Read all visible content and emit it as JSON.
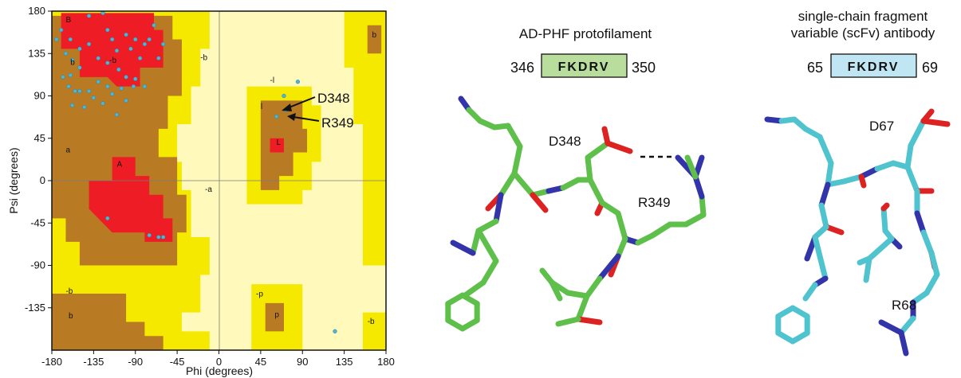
{
  "colors": {
    "core": "#ee1c24",
    "allowed": "#b97a24",
    "generous": "#f5e900",
    "outside": "#fffabb",
    "point": "#4fb5d5",
    "green_carbon": "#5ec04a",
    "cyan_carbon": "#4fc4cf",
    "nitrogen": "#3333aa",
    "oxygen": "#dd2222",
    "green_box": "#b8dd9c",
    "cyan_box": "#bfe6f2"
  },
  "ramachandran": {
    "xlabel": "Phi (degrees)",
    "ylabel": "Psi (degrees)",
    "xlim": [
      -180,
      180
    ],
    "ylim": [
      -180,
      180
    ],
    "xticks": [
      "-180",
      "-135",
      "-90",
      "-45",
      "0",
      "45",
      "90",
      "135",
      "180"
    ],
    "yticks": [
      "180",
      "135",
      "90",
      "45",
      "0",
      "-45",
      "-90",
      "-135"
    ],
    "region_labels": [
      "B",
      "b",
      "-b",
      "-b",
      "b",
      "A",
      "a",
      "-a",
      "L",
      "l",
      "-l",
      "-b",
      "b",
      "-p",
      "p",
      "-b"
    ],
    "annotations": [
      "D348",
      "R349"
    ]
  },
  "chart_data": {
    "type": "scatter",
    "xlabel": "Phi (degrees)",
    "ylabel": "Psi (degrees)",
    "xlim": [
      -180,
      180
    ],
    "ylim": [
      -180,
      180
    ],
    "grid": false,
    "points": [
      [
        -170,
        160
      ],
      [
        -160,
        150
      ],
      [
        -165,
        135
      ],
      [
        -158,
        128
      ],
      [
        -150,
        140
      ],
      [
        -140,
        175
      ],
      [
        -125,
        178
      ],
      [
        -120,
        160
      ],
      [
        -115,
        150
      ],
      [
        -110,
        138
      ],
      [
        -100,
        155
      ],
      [
        -95,
        140
      ],
      [
        -90,
        150
      ],
      [
        -85,
        130
      ],
      [
        -80,
        145
      ],
      [
        -75,
        150
      ],
      [
        -70,
        165
      ],
      [
        -130,
        130
      ],
      [
        -120,
        125
      ],
      [
        -108,
        118
      ],
      [
        -100,
        110
      ],
      [
        -90,
        108
      ],
      [
        -80,
        100
      ],
      [
        -140,
        145
      ],
      [
        -150,
        120
      ],
      [
        -160,
        112
      ],
      [
        -162,
        100
      ],
      [
        -155,
        95
      ],
      [
        -150,
        95
      ],
      [
        -140,
        95
      ],
      [
        -135,
        88
      ],
      [
        -125,
        82
      ],
      [
        -115,
        92
      ],
      [
        -105,
        98
      ],
      [
        -100,
        85
      ],
      [
        -92,
        100
      ],
      [
        -175,
        150
      ],
      [
        -168,
        110
      ],
      [
        -158,
        80
      ],
      [
        -145,
        78
      ],
      [
        -130,
        105
      ],
      [
        -120,
        100
      ],
      [
        -60,
        145
      ],
      [
        -65,
        130
      ],
      [
        -110,
        70
      ],
      [
        -120,
        -40
      ],
      [
        -75,
        -58
      ],
      [
        -65,
        -60
      ],
      [
        -60,
        -60
      ],
      [
        70,
        90
      ],
      [
        72,
        75
      ],
      [
        62,
        68
      ],
      [
        125,
        -160
      ],
      [
        85,
        105
      ]
    ]
  },
  "left_structure": {
    "title": "AD-PHF protofilament",
    "start": "346",
    "sequence": "FKDRV",
    "end": "350",
    "labels": [
      "D348",
      "R349"
    ]
  },
  "right_structure": {
    "title_line1": "single-chain fragment",
    "title_line2": "variable (scFv) antibody",
    "start": "65",
    "sequence": "FKDRV",
    "end": "69",
    "labels": [
      "D67",
      "R68"
    ]
  }
}
